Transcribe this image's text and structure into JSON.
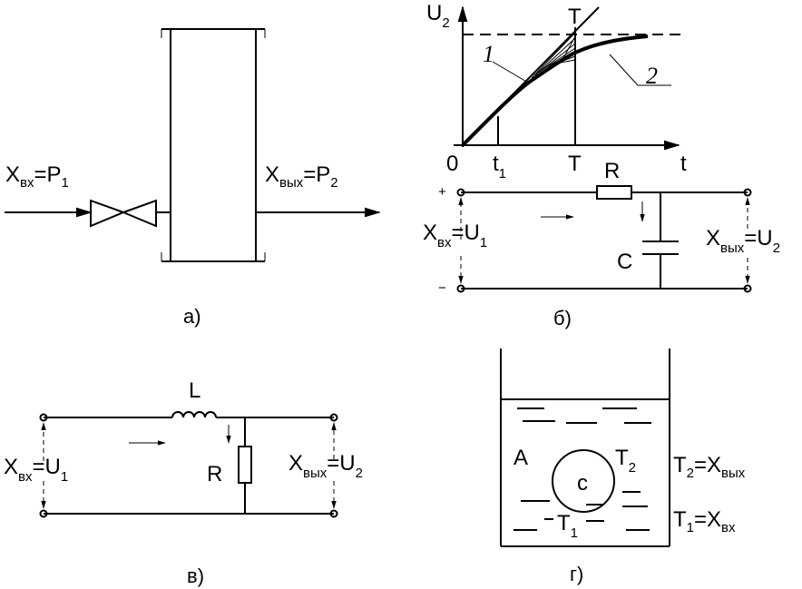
{
  "panel_a": {
    "caption": "а)",
    "input": {
      "main": "X",
      "sub": "вх",
      "eq": "=P",
      "idx": "1"
    },
    "output": {
      "main": "X",
      "sub": "вых",
      "eq": "=P",
      "idx": "2"
    }
  },
  "panel_b": {
    "caption": "б)",
    "graph": {
      "y_main": "U",
      "y_idx": "2",
      "x_label": "t",
      "origin": "0",
      "tick_t1_main": "t",
      "tick_t1_idx": "1",
      "tick_T": "T",
      "curve1": "1",
      "curve2": "2"
    },
    "circuit": {
      "resistor": "R",
      "capacitor": "C",
      "plus": "+",
      "minus": "−",
      "input": {
        "main": "X",
        "sub": "вх",
        "eq": "=U",
        "idx": "1"
      },
      "output": {
        "main": "X",
        "sub": "вых",
        "eq": "=U",
        "idx": "2"
      }
    }
  },
  "panel_v": {
    "caption": "в)",
    "inductor": "L",
    "resistor": "R",
    "input": {
      "main": "X",
      "sub": "вх",
      "eq": "=U",
      "idx": "1"
    },
    "output": {
      "main": "X",
      "sub": "вых",
      "eq": "=U",
      "idx": "2"
    }
  },
  "panel_g": {
    "caption": "г)",
    "body": "c",
    "medium": "A",
    "t2_main": "T",
    "t2_idx": "2",
    "t1_main": "T",
    "t1_idx": "1",
    "eq_out": {
      "main": "T",
      "idx": "2",
      "eq": "=X",
      "sub": "вых"
    },
    "eq_in": {
      "main": "T",
      "idx": "1",
      "eq": "=X",
      "sub": "вх"
    }
  }
}
